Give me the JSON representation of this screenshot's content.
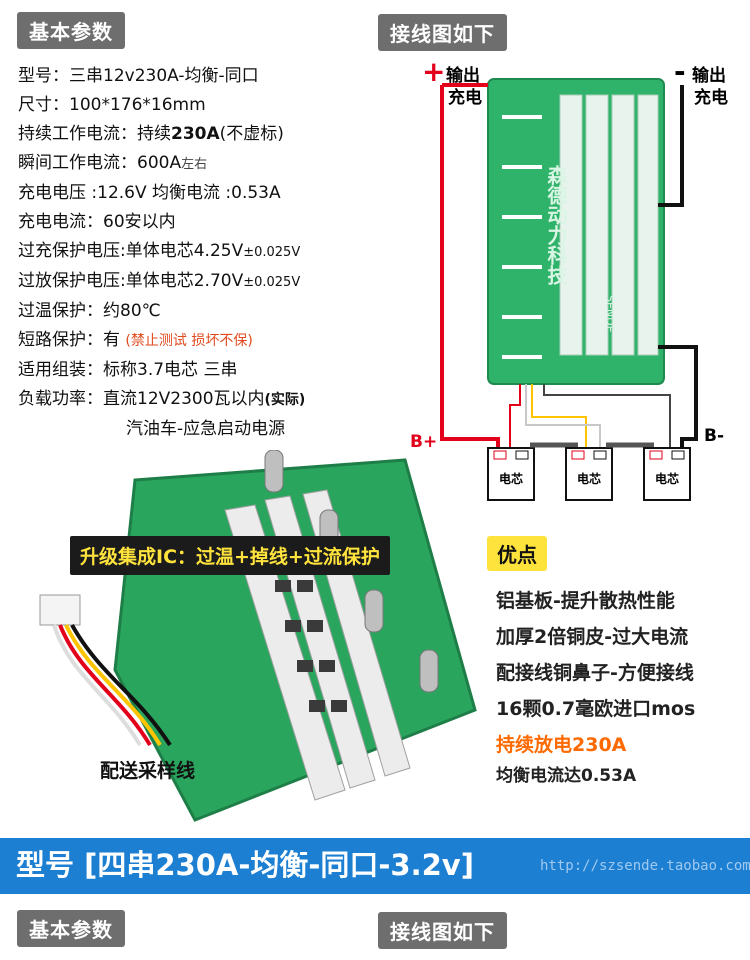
{
  "tags": {
    "basic_params": "基本参数",
    "wiring": "接线图如下",
    "advantages": "优点",
    "basic_params_2": "基本参数",
    "wiring_2": "接线图如下"
  },
  "specs": {
    "model": "型号：三串12v230A-均衡-同口",
    "size": "尺寸：100*176*16mm",
    "cont_prefix": "持续工作电流：持续",
    "cont_value": "230A",
    "cont_suffix": "(不虚标)",
    "instant_prefix": "瞬间工作电流：600A",
    "instant_suffix": "左右",
    "charge_voltage": "充电电压 :12.6V  均衡电流 :0.53A",
    "charge_current": "充电电流：60安以内",
    "overcharge_prefix": "过充保护电压:单体电芯4.25V",
    "overcharge_suffix": "±0.025V",
    "overdischarge_prefix": "过放保护电压:单体电芯2.70V",
    "overdischarge_suffix": "±0.025V",
    "overtemp": "过温保护：约80℃",
    "short_prefix": "短路保护：有 ",
    "short_warn": "(禁止测试 损坏不保)",
    "assembly": "适用组装：标称3.7电芯 三串",
    "load_prefix": "负载功率：直流12V2300瓦以内",
    "load_suffix": "(实际)",
    "load_line2": "汽油车-应急启动电源"
  },
  "wiring": {
    "plus_sign": "+",
    "minus_sign": "-",
    "out_plus": "输出",
    "charge_plus": "充电",
    "out_minus": "输出",
    "charge_minus": "充电",
    "b_plus": "B+",
    "b_minus": "B-",
    "cell1": "电芯",
    "cell2": "电芯",
    "cell3": "电芯",
    "pcb_brand": "森德动力科技",
    "pcb_brand_sub": "SENDE"
  },
  "product": {
    "upgrade_banner": "升级集成IC：过温+掉线+过流保护",
    "cable_label": "配送采样线"
  },
  "advantages": {
    "items": [
      "铝基板-提升散热性能",
      "加厚2倍铜皮-过大电流",
      "配接线铜鼻子-方便接线",
      "16颗0.7毫欧进口mos"
    ],
    "discharge": "持续放电230A",
    "balance": "均衡电流达0.53A"
  },
  "model_bar": {
    "text": "型号 [四串230A-均衡-同口-3.2v]",
    "url": "http://szsende.taobao.com"
  },
  "colors": {
    "tag_bg": "#6e6e6e",
    "accent_red": "#e3001b",
    "accent_orange": "#ff6a00",
    "pcb_green": "#2fb36a",
    "bar_blue": "#1d7fd2",
    "banner_yellow": "#ffe33d"
  }
}
